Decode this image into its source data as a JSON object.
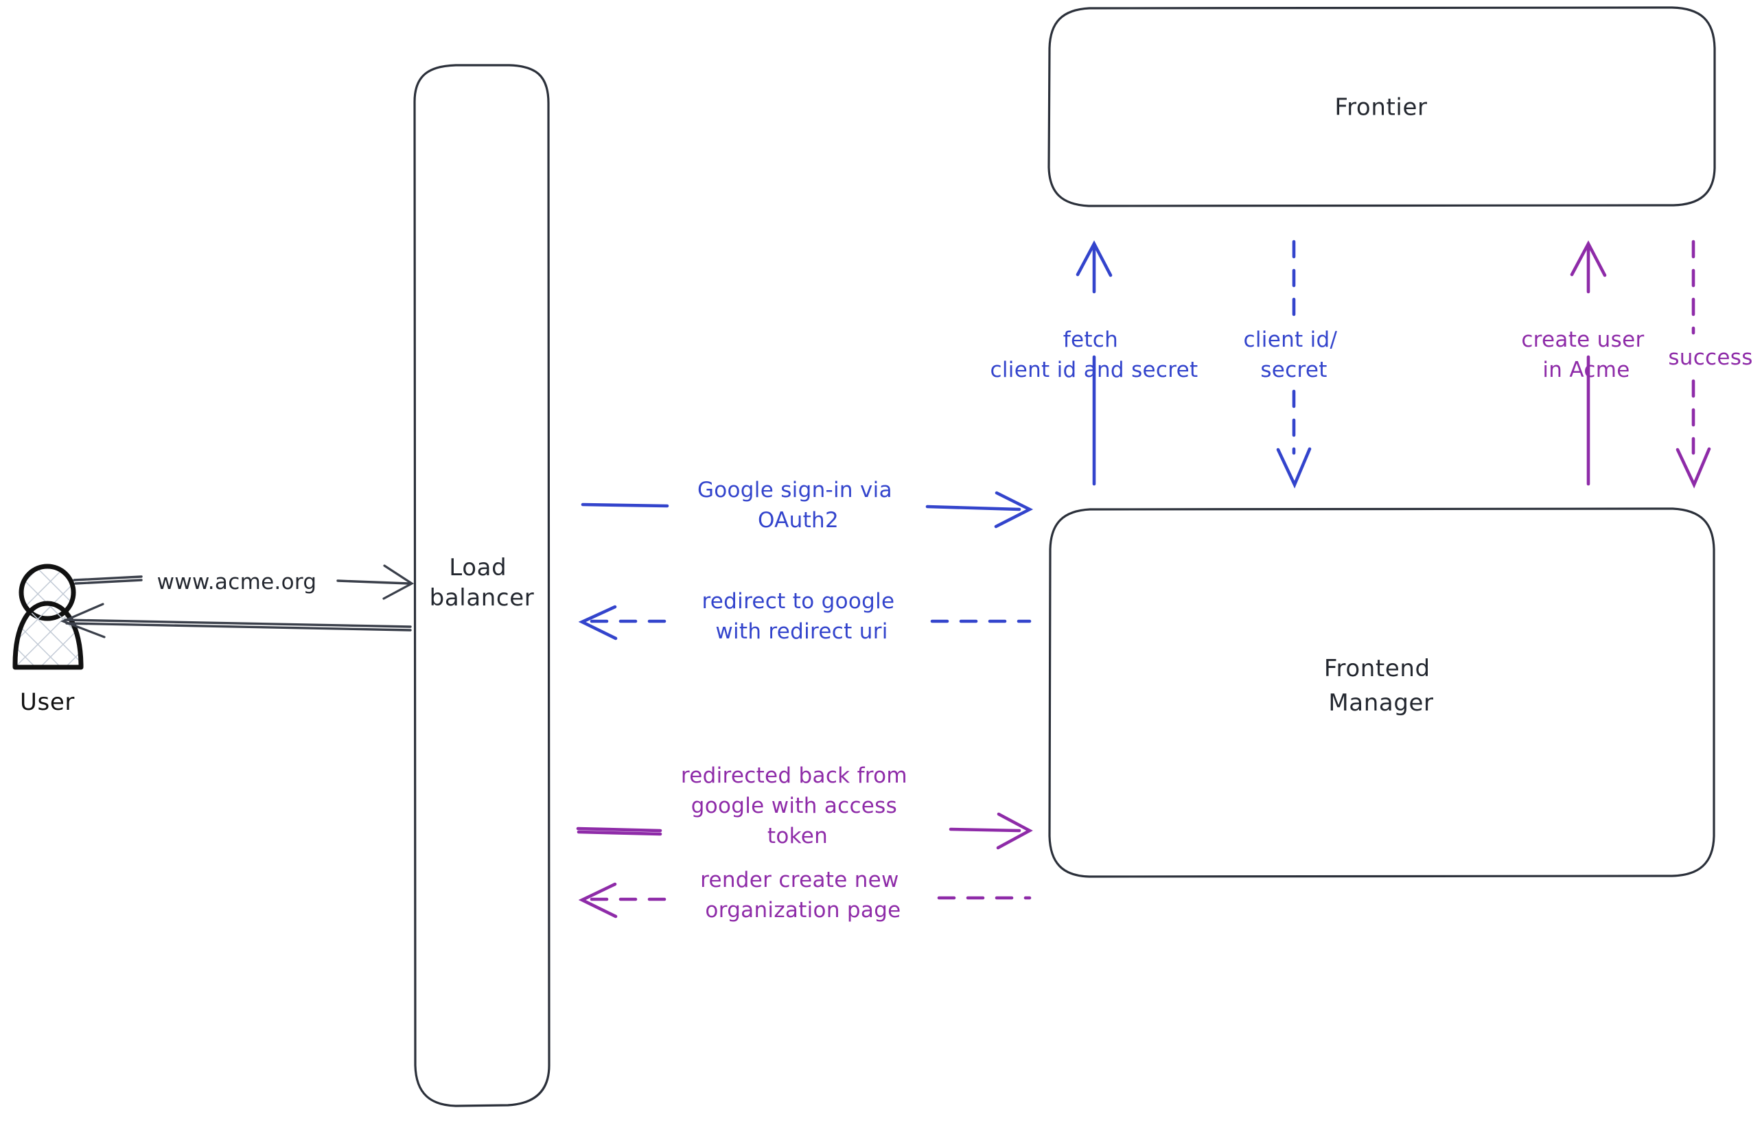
{
  "diagram": {
    "title": "Acme Google OAuth2 sign-in sequence",
    "colors": {
      "node_stroke": "#2b303a",
      "actor_stroke": "#111111",
      "dark_edge": "#3a3f4a",
      "blue_edge": "#3344cc",
      "purple_edge": "#8e2ba8",
      "background": "#ffffff",
      "hatch": "#c3cbd6"
    },
    "actors": [
      {
        "id": "user",
        "label": "User",
        "icon": "person-icon"
      }
    ],
    "nodes": [
      {
        "id": "load-balancer",
        "label_line1": "Load",
        "label_line2": "balancer"
      },
      {
        "id": "frontier",
        "label": "Frontier"
      },
      {
        "id": "frontend-manager",
        "label_line1": "Frontend",
        "label_line2": "Manager"
      }
    ],
    "edges": [
      {
        "id": "user-to-lb",
        "from": "user",
        "to": "load-balancer",
        "label": "www.acme.org",
        "style": "solid",
        "color": "#3a3f4a",
        "direction": "right"
      },
      {
        "id": "lb-to-user",
        "from": "load-balancer",
        "to": "user",
        "label": "",
        "style": "solid",
        "color": "#3a3f4a",
        "direction": "left"
      },
      {
        "id": "lb-to-fm-signin",
        "from": "load-balancer",
        "to": "frontend-manager",
        "label_line1": "Google sign-in via",
        "label_line2": "OAuth2",
        "style": "solid",
        "color": "#3344cc",
        "direction": "right"
      },
      {
        "id": "fm-to-lb-redirect",
        "from": "frontend-manager",
        "to": "load-balancer",
        "label_line1": "redirect to google",
        "label_line2": "with redirect uri",
        "style": "dashed",
        "color": "#3344cc",
        "direction": "left"
      },
      {
        "id": "lb-to-fm-token",
        "from": "load-balancer",
        "to": "frontend-manager",
        "label_line1": "redirected back from",
        "label_line2": "google with access",
        "label_line3": "token",
        "style": "solid",
        "color": "#8e2ba8",
        "direction": "right"
      },
      {
        "id": "fm-to-lb-render",
        "from": "frontend-manager",
        "to": "load-balancer",
        "label_line1": "render create new",
        "label_line2": "organization page",
        "style": "dashed",
        "color": "#8e2ba8",
        "direction": "left"
      },
      {
        "id": "fm-to-frontier-fetch",
        "from": "frontend-manager",
        "to": "frontier",
        "label_line1": "fetch",
        "label_line2": "client id and secret",
        "style": "solid",
        "color": "#3344cc",
        "direction": "up"
      },
      {
        "id": "frontier-to-fm-creds",
        "from": "frontier",
        "to": "frontend-manager",
        "label_line1": "client id/",
        "label_line2": "secret",
        "style": "dashed",
        "color": "#3344cc",
        "direction": "down"
      },
      {
        "id": "fm-to-frontier-create",
        "from": "frontend-manager",
        "to": "frontier",
        "label_line1": "create user",
        "label_line2": "in Acme",
        "style": "solid",
        "color": "#8e2ba8",
        "direction": "up"
      },
      {
        "id": "frontier-to-fm-success",
        "from": "frontier",
        "to": "frontend-manager",
        "label_line1": "success",
        "style": "dashed",
        "color": "#8e2ba8",
        "direction": "down"
      }
    ]
  }
}
